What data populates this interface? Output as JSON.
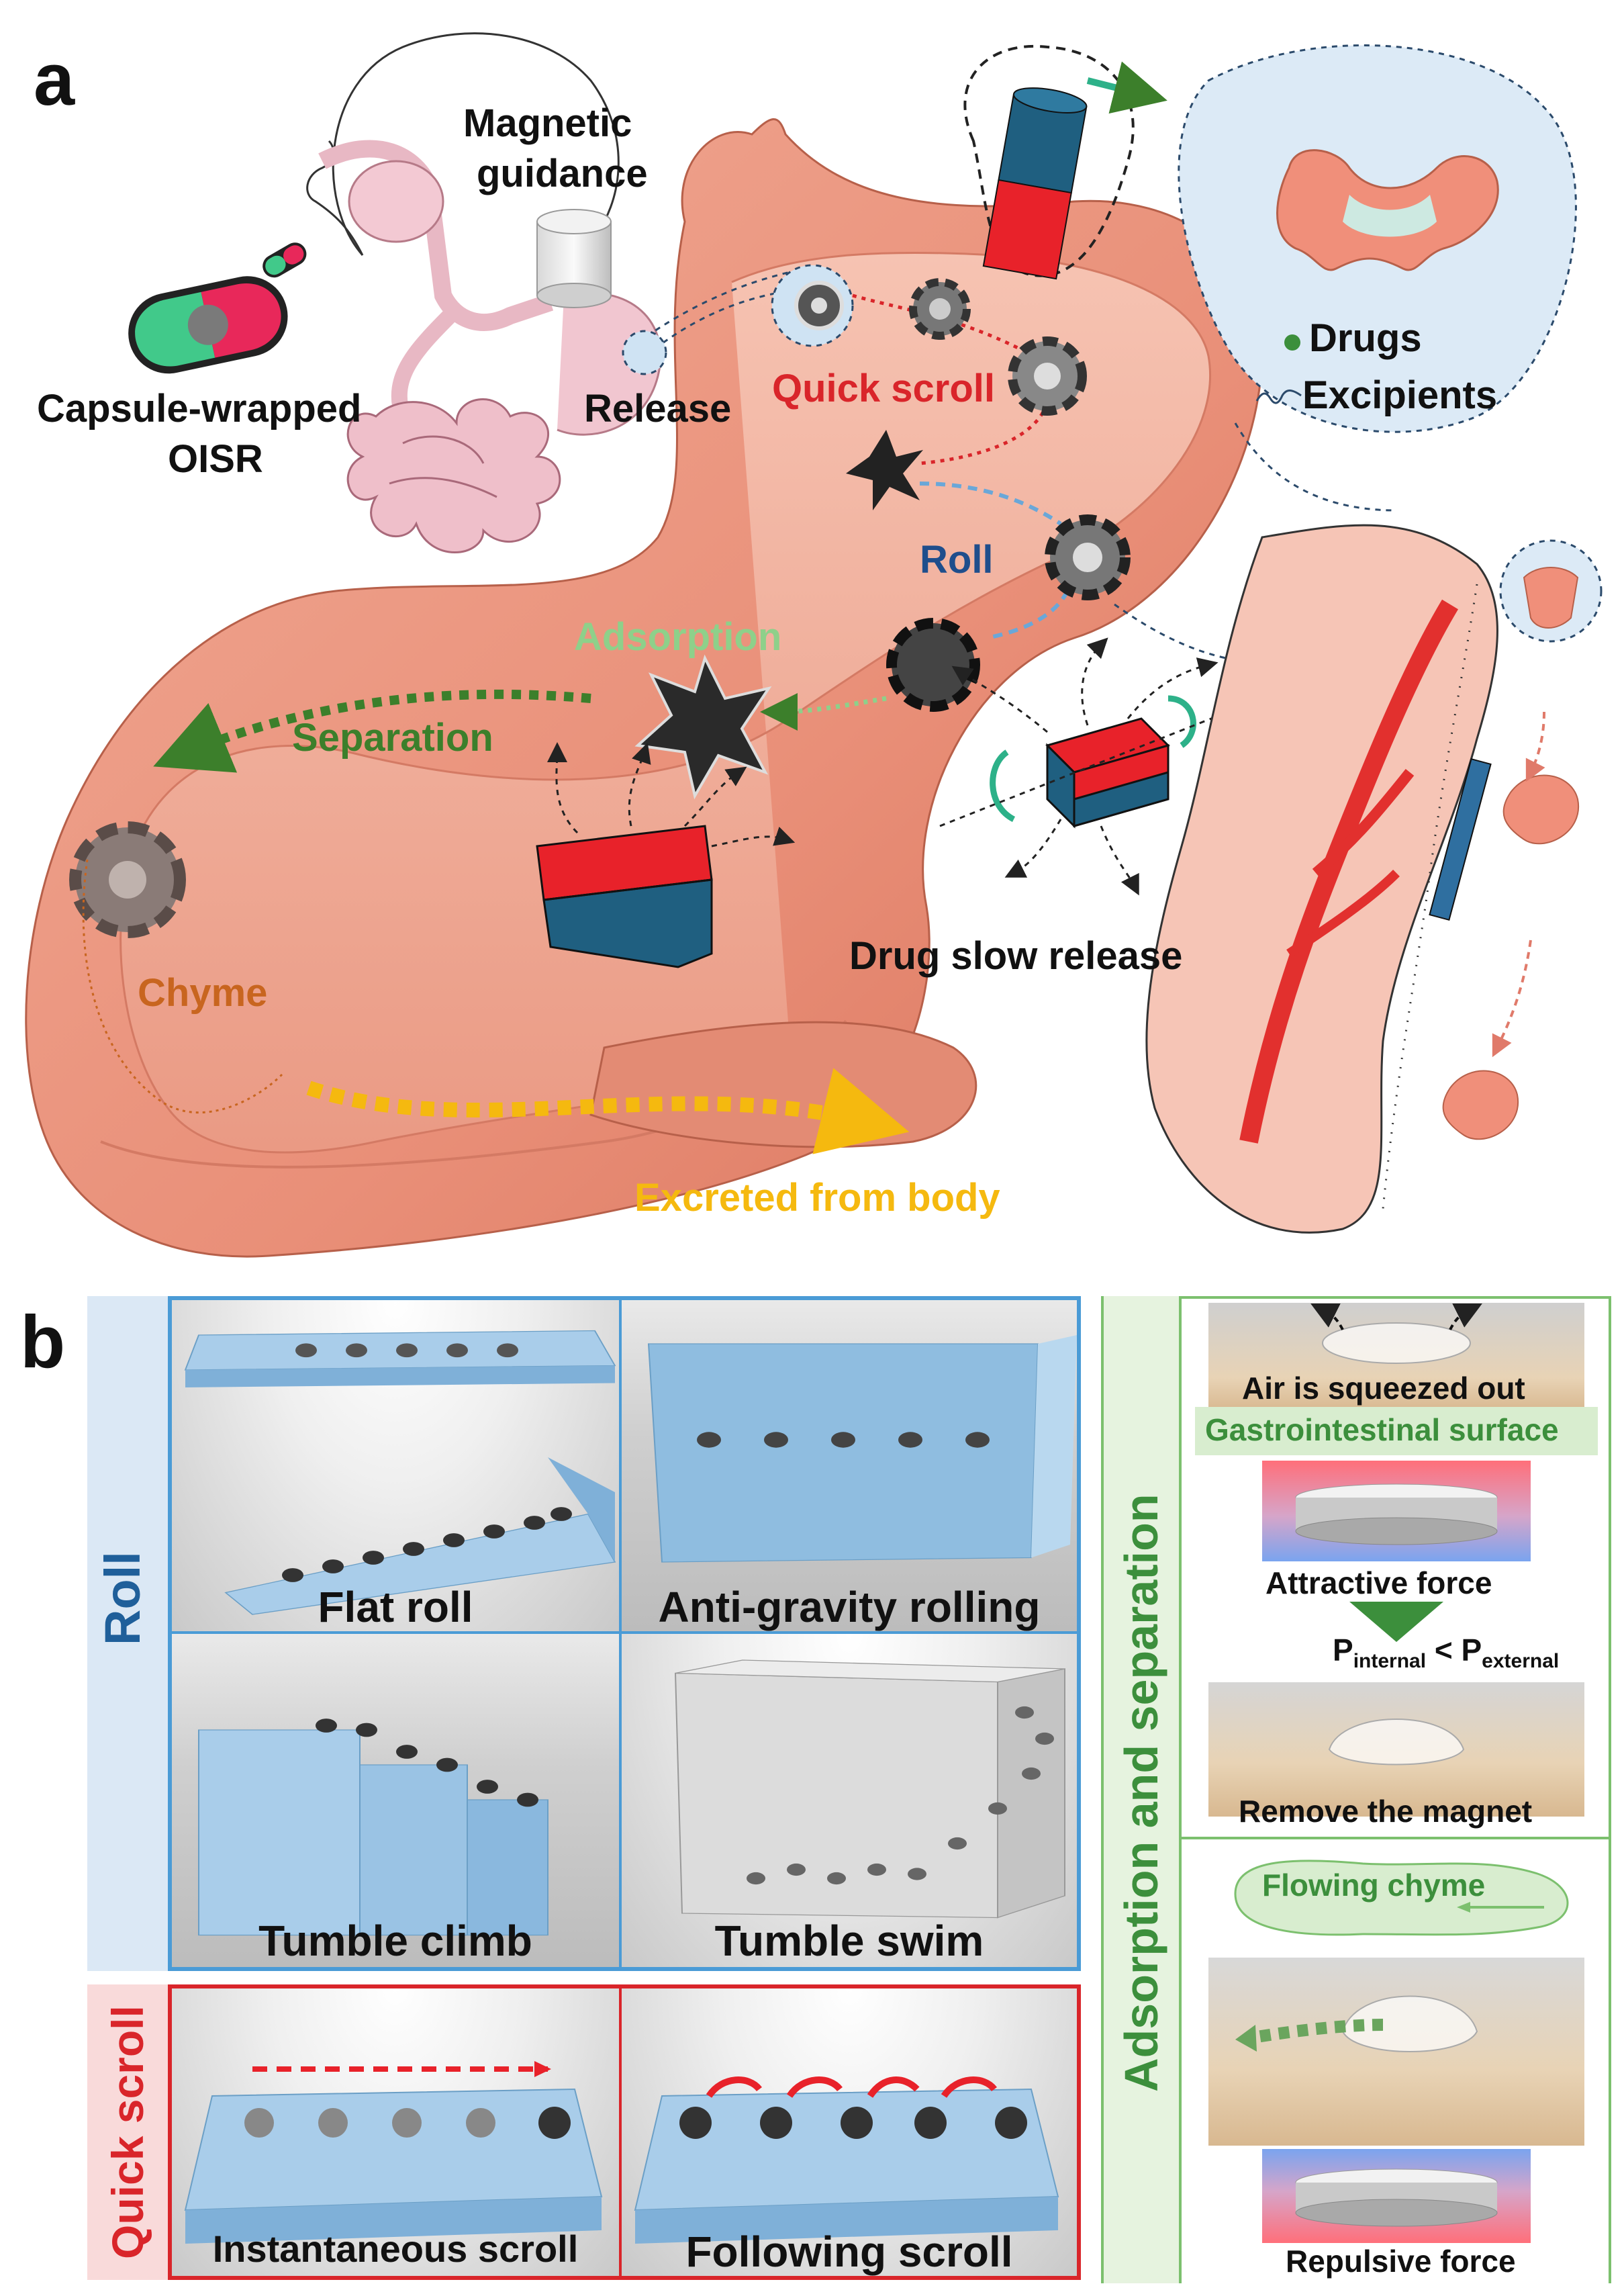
{
  "panel_a": {
    "letter": "a",
    "labels": {
      "magnetic_guidance_1": "Magnetic",
      "magnetic_guidance_2": "guidance",
      "capsule_1": "Capsule-wrapped",
      "capsule_2": "OISR",
      "release": "Release",
      "quick_scroll": "Quick scroll",
      "roll": "Roll",
      "adsorption": "Adsorption",
      "separation": "Separation",
      "chyme": "Chyme",
      "drug_slow_release": "Drug slow release",
      "excreted": "Excreted from body",
      "drugs": "Drugs",
      "excipients": "Excipients"
    }
  },
  "panel_b": {
    "letter": "b",
    "roll": {
      "side_label": "Roll",
      "tiles": [
        "Flat roll",
        "Anti-gravity rolling",
        "Tumble climb",
        "Tumble swim"
      ]
    },
    "quick_scroll": {
      "side_label": "Quick scroll",
      "tiles": [
        "Instantaneous  scroll",
        "Following scroll"
      ]
    },
    "adsorption": {
      "side_label": "Adsorption and separation",
      "air_squeezed": "Air is squeezed out",
      "gi_surface": "Gastrointestinal surface",
      "attractive": "Attractive force",
      "p_internal": "P",
      "p_internal_sub": "internal",
      "p_lt": " < ",
      "p_external": "P",
      "p_external_sub": "external",
      "remove_magnet": "Remove the magnet",
      "flowing_chyme": "Flowing chyme",
      "repulsive": "Repulsive force"
    }
  },
  "colors": {
    "stomach": "#e9907a",
    "stomach_dark": "#c9654f",
    "red_label": "#d9252a",
    "blue_label": "#1f4e8c",
    "green_label": "#3c7f2b",
    "light_green_label": "#8ed08a",
    "orange_label": "#c8651f",
    "yellow_label": "#f5b90f",
    "roll_bg": "#dbe8f5",
    "roll_border": "#4a9bd6",
    "quick_bg": "#f9dada",
    "quick_border": "#d9252a",
    "ads_border": "#7cc06e",
    "ads_bg": "#e6f3df"
  }
}
